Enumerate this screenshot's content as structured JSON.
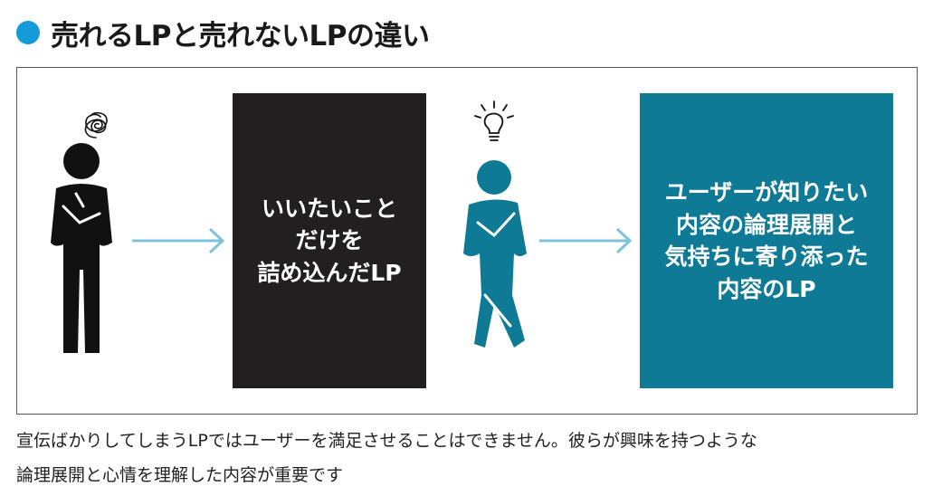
{
  "title": {
    "text": "売れるLPと売れないLPの違い",
    "bullet_color": "#159bd7"
  },
  "diagram": {
    "bad": {
      "figure_icon": "confused-person-icon",
      "thought_icon": "tangled-scribble-icon",
      "figure_color": "#111111",
      "box_text": "いいたいこと\nだけを\n詰め込んだLP",
      "box_color": "#231f20"
    },
    "good": {
      "figure_icon": "thinking-person-icon",
      "thought_icon": "lightbulb-icon",
      "figure_color": "#0e7a96",
      "box_text": "ユーザーが知りたい\n内容の論理展開と\n気持ちに寄り添った\n内容のLP",
      "box_color": "#0e7a96"
    },
    "arrow_color": "#7ec3da"
  },
  "caption": "宣伝ばかりしてしまうLPではユーザーを満足させることはできません。彼らが興味を持つような\n論理展開と心情を理解した内容が重要です"
}
